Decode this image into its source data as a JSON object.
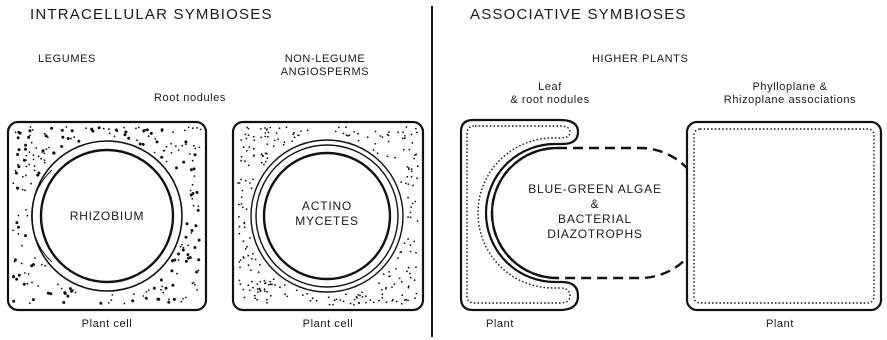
{
  "left_panel": {
    "title": "INTRACELLULAR  SYMBIOSES",
    "legumes_label": "LEGUMES",
    "non_legume_line1": "NON-LEGUME",
    "non_legume_line2": "ANGIOSPERMS",
    "root_nodules_label": "Root nodules",
    "cell1_inner_label": "RHIZOBIUM",
    "cell1_caption": "Plant cell",
    "cell2_inner_line1": "ACTINO",
    "cell2_inner_line2": "MYCETES",
    "cell2_caption": "Plant cell"
  },
  "right_panel": {
    "title": "ASSOCIATIVE  SYMBIOSES",
    "higher_plants_label": "HIGHER PLANTS",
    "leaf_line1": "Leaf",
    "leaf_line2": "& root nodules",
    "phyllo_line1": "Phylloplane  &",
    "phyllo_line2": "Rhizoplane associations",
    "center_line1": "BLUE-GREEN ALGAE",
    "center_line2": "&",
    "center_line3": "BACTERIAL",
    "center_line4": "DIAZOTROPHS",
    "plant1_caption": "Plant",
    "plant2_caption": "Plant"
  }
}
